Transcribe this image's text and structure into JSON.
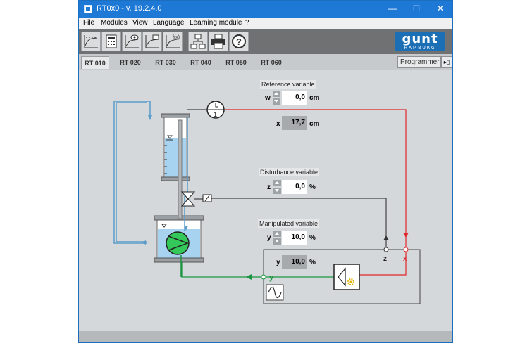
{
  "window": {
    "title": "RT0x0 - v. 19.2.4.0"
  },
  "window_controls": {
    "minimize": "—",
    "maximize": "☐",
    "close": "✕"
  },
  "menu": [
    "File",
    "Modules",
    "View",
    "Language",
    "Learning module",
    "?"
  ],
  "toolbar_icons": [
    "step-response-icon",
    "calculator-icon",
    "view-eye-icon",
    "controller-diagram-icon",
    "function-plot-icon",
    "network-icon",
    "printer-icon",
    "help-icon"
  ],
  "logo": {
    "text": "gunt",
    "subtext": "HAMBURG"
  },
  "tabs": [
    "RT 010",
    "RT 020",
    "RT 030",
    "RT 040",
    "RT 050",
    "RT 060"
  ],
  "active_tab": "RT 010",
  "mode": {
    "label": "Programmer",
    "toggle": "▸▯"
  },
  "reference": {
    "title": "Reference variable",
    "w_label": "w",
    "w_value": "0,0",
    "w_unit": "cm",
    "x_label": "x",
    "x_value": "17,7",
    "x_unit": "cm"
  },
  "disturbance": {
    "title": "Disturbance variable",
    "z_label": "z",
    "z_value": "0,0",
    "z_unit": "%"
  },
  "manipulated": {
    "title": "Manipulated variable",
    "y_label": "y",
    "y_value": "10,0",
    "y_unit": "%",
    "y2_label": "y",
    "y2_value": "10,0",
    "y2_unit": "%"
  },
  "diagram": {
    "timer_label": "1",
    "z_tag": "z",
    "x_tag": "x",
    "y_tag": "y"
  },
  "colors": {
    "red_signal": "#e0262b",
    "green_signal": "#1a9440",
    "water": "#a7d3f0",
    "pump": "#34c759",
    "accent": "#1e78d6"
  }
}
